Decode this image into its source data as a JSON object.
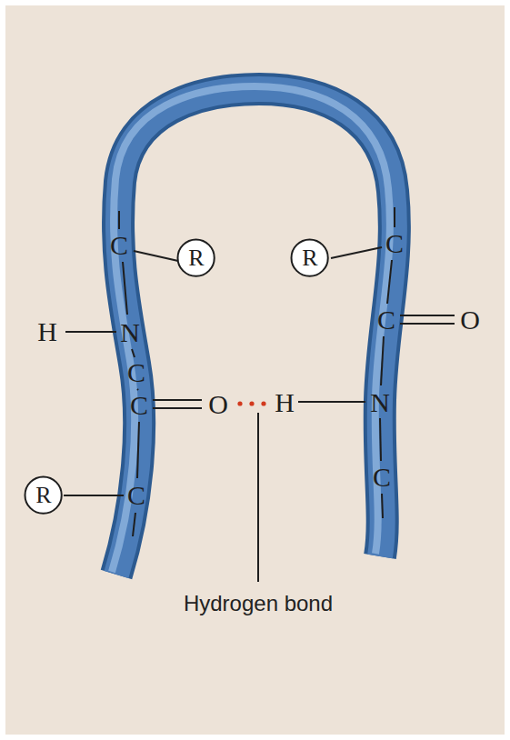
{
  "diagram": {
    "nodes": [
      {
        "text": [
          "R"
        ]
      },
      {
        "text": [
          "R"
        ]
      },
      {
        "text": [
          "R"
        ]
      }
    ],
    "labels": [
      "C",
      "H",
      "N",
      "C",
      "C",
      "O",
      "C",
      "C",
      "C",
      "O",
      "H",
      "N",
      "C",
      "Hydrogen bond"
    ]
  }
}
